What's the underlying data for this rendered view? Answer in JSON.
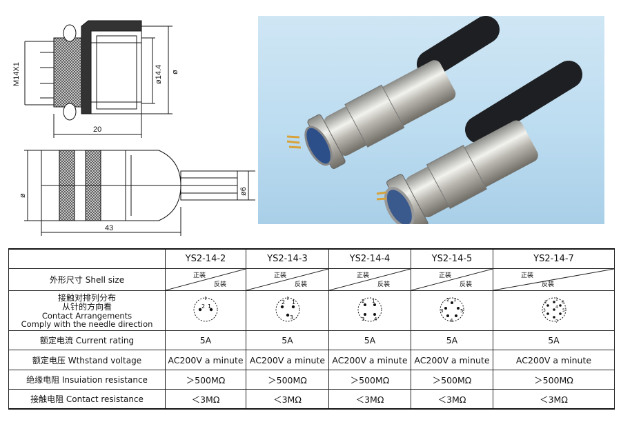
{
  "drawing": {
    "thread_label": "M14X1",
    "dia_14_4_label": "ø14.4",
    "dia_label_top": "ø",
    "len_20_label": "20",
    "dia_label_side": "ø",
    "dia_6_label": "ø6",
    "len_43_label": "43"
  },
  "table": {
    "models": [
      "YS2-14-2",
      "YS2-14-3",
      "YS2-14-4",
      "YS2-14-5",
      "YS2-14-7"
    ],
    "rows": {
      "shell": {
        "label": "外形尺寸  Shell size",
        "forward": "正装",
        "reverse": "反装"
      },
      "contact": {
        "label_cn_1": "接触对排列分布",
        "label_cn_2": "从针的方向看",
        "label_en_1": "Contact Arrangements",
        "label_en_2": "Comply with the needle direction",
        "pin_labels": [
          [
            "2",
            "1"
          ],
          [
            "2",
            "1",
            "3"
          ],
          [
            "1",
            "2",
            "3",
            "4"
          ],
          [
            "1",
            "2",
            "3",
            "4",
            "5"
          ],
          [
            "1",
            "2",
            "3",
            "4",
            "5",
            "6",
            "7"
          ]
        ]
      },
      "current": {
        "label": "额定电流  Current rating",
        "values": [
          "5A",
          "5A",
          "5A",
          "5A",
          "5A"
        ]
      },
      "voltage": {
        "label": "额定电压  Wthstand voltage",
        "values": [
          "AC200V a minute",
          "AC200V a minute",
          "AC200V a minute",
          "AC200V a minute",
          "AC200V a minute"
        ]
      },
      "insulation": {
        "label": "绝缘电阻  Insuiation resistance",
        "values": [
          "＞500MΩ",
          "＞500MΩ",
          "＞500MΩ",
          "＞500MΩ",
          "＞500MΩ"
        ]
      },
      "contact_res": {
        "label": "接触电阻  Contact resistance",
        "values": [
          "＜3MΩ",
          "＜3MΩ",
          "＜3MΩ",
          "＜3MΩ",
          "＜3MΩ"
        ]
      }
    }
  }
}
